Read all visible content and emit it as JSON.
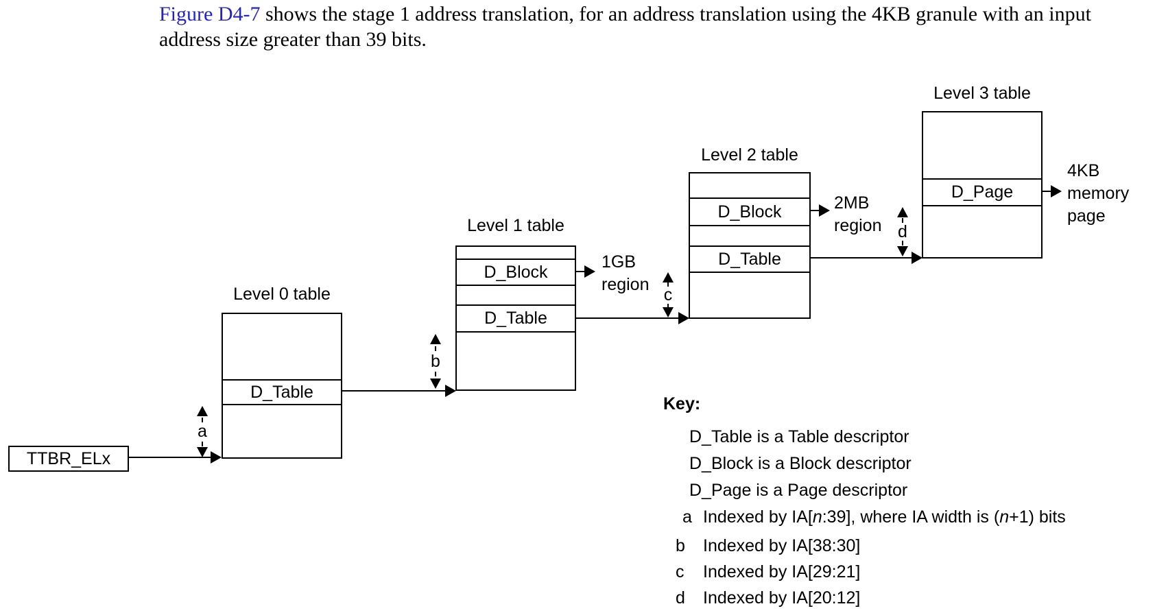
{
  "paragraph": {
    "link_text": "Figure D4-7",
    "line1_rest": " shows the stage 1 address translation, for an address translation using the 4KB granule with an input",
    "line2": "address size greater than 39 bits."
  },
  "diagram": {
    "ttbr_label": "TTBR_ELx",
    "tables": {
      "level0": {
        "title": "Level 0 table",
        "rows": {
          "d_table": "D_Table"
        }
      },
      "level1": {
        "title": "Level 1 table",
        "rows": {
          "d_block": "D_Block",
          "d_table": "D_Table"
        }
      },
      "level2": {
        "title": "Level 2 table",
        "rows": {
          "d_block": "D_Block",
          "d_table": "D_Table"
        }
      },
      "level3": {
        "title": "Level 3 table",
        "rows": {
          "d_page": "D_Page"
        }
      }
    },
    "outputs": {
      "region_1gb": [
        "1GB",
        "region"
      ],
      "region_2mb": [
        "2MB",
        "region"
      ],
      "page_4kb": [
        "4KB",
        "memory",
        "page"
      ]
    },
    "index_arrows": {
      "a": "a",
      "b": "b",
      "c": "c",
      "d": "d"
    }
  },
  "key": {
    "heading": "Key:",
    "descriptors": [
      "D_Table is a Table descriptor",
      "D_Block is a Block descriptor",
      "D_Page is a Page descriptor"
    ],
    "index_notes": [
      {
        "letter": "a",
        "segments": [
          {
            "t": "Indexed by IA["
          },
          {
            "t": "n",
            "i": true
          },
          {
            "t": ":39], where IA width is ("
          },
          {
            "t": "n",
            "i": true
          },
          {
            "t": "+1) bits"
          }
        ]
      },
      {
        "letter": "b",
        "segments": [
          {
            "t": "Indexed by IA[38:30]"
          }
        ]
      },
      {
        "letter": "c",
        "segments": [
          {
            "t": "Indexed by IA[29:21]"
          }
        ]
      },
      {
        "letter": "d",
        "segments": [
          {
            "t": "Indexed by IA[20:12]"
          }
        ]
      }
    ]
  },
  "colors": {
    "link_blue": "#2323cc",
    "line_black": "#000000",
    "background": "#ffffff"
  }
}
